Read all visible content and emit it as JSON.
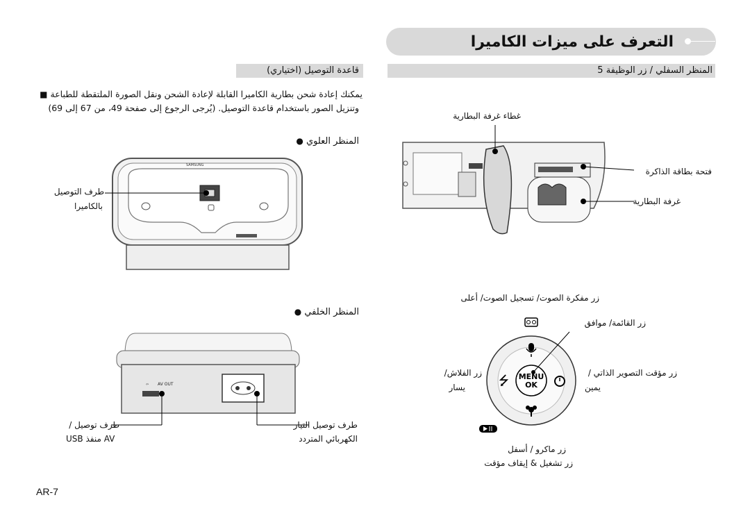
{
  "page_title": "التعرف على ميزات الكاميرا",
  "right_section": {
    "heading": "المنظر السفلي / زر الوظيفة 5",
    "labels": {
      "battery_cover": "غطاء غرفة البطارية",
      "memory_card_slot": "فتحة بطاقة الذاكرة",
      "battery_chamber": "غرفة البطارية",
      "top_button": "زر مفكرة الصوت/ تسجيل الصوت/ أعلى",
      "menu_ok": "زر القائمة/ موافق",
      "flash_line1": "زر الفلاش/",
      "flash_line2": "يسار",
      "timer_line1": "زر مؤقت التصوير الذاتي /",
      "timer_line2": "يمين",
      "macro_line1": "زر ماكرو / أسفل",
      "macro_line2": "زر تشغيل & إيقاف مؤقت"
    },
    "button_text": {
      "menu": "MENU",
      "ok": "OK"
    }
  },
  "left_section": {
    "heading": "قاعدة التوصيل (اختياري)",
    "paragraph_line1": "يمكنك إعادة شحن بطارية الكاميرا القابلة لإعادة الشحن ونقل الصورة الملتقطة للطباعة",
    "paragraph_line2": "وتنزيل الصور باستخدام قاعدة التوصيل. (يُرجى الرجوع إلى صفحة 49، من 67 إلى 69)",
    "top_view_label": "المنظر العلوي",
    "back_view_label": "المنظر الخلفي",
    "labels": {
      "cradle_terminal_line1": "طرف التوصيل",
      "cradle_terminal_line2": "بالكاميرا",
      "usb_av_line1": "طرف توصيل /",
      "usb_av_line2": "USB منفذ AV",
      "dc_in_line1": "طرف توصيل التيار",
      "dc_in_line2": "الكهربائي المتردد",
      "av_out": "AV OUT",
      "brand": "SAMSUNG"
    }
  },
  "page_number": "AR-7"
}
